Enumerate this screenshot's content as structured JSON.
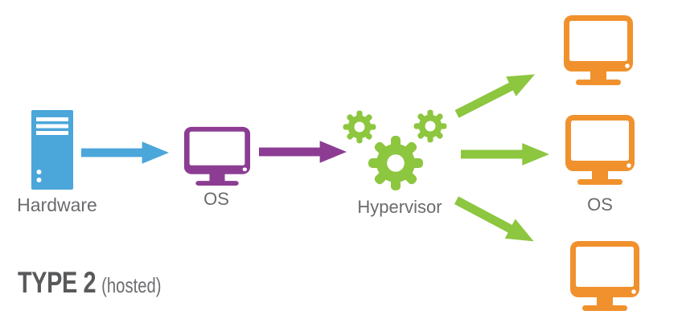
{
  "diagram": {
    "title": {
      "main": "TYPE 2",
      "qualifier": "(hosted)"
    },
    "nodes": {
      "hardware": {
        "label": "Hardware",
        "icon": "server-icon",
        "color": "blue"
      },
      "host_os": {
        "label": "OS",
        "icon": "monitor-icon",
        "color": "purple"
      },
      "hypervisor": {
        "label": "Hypervisor",
        "icon": "gears-icon",
        "color": "green"
      },
      "guest_vm_top": {
        "label": "",
        "icon": "monitor-icon",
        "color": "orange"
      },
      "guest_vm_middle": {
        "label": "OS",
        "icon": "monitor-icon",
        "color": "orange"
      },
      "guest_vm_bottom": {
        "label": "",
        "icon": "monitor-icon",
        "color": "orange"
      }
    },
    "arrows": [
      {
        "from": "hardware",
        "to": "host_os",
        "color": "blue",
        "direction": "right"
      },
      {
        "from": "host_os",
        "to": "hypervisor",
        "color": "purple",
        "direction": "right"
      },
      {
        "from": "hypervisor",
        "to": "guest_vm_top",
        "color": "green",
        "direction": "up-right"
      },
      {
        "from": "hypervisor",
        "to": "guest_vm_middle",
        "color": "green",
        "direction": "right"
      },
      {
        "from": "hypervisor",
        "to": "guest_vm_bottom",
        "color": "green",
        "direction": "down-right"
      }
    ]
  },
  "colors": {
    "blue": "#4BA6DA",
    "purple": "#8C3D93",
    "green": "#8DC63F",
    "orange": "#F0912D",
    "label_gray": "#6A6B6E",
    "title_dark": "#58595B",
    "title_light": "#6D6E71"
  }
}
